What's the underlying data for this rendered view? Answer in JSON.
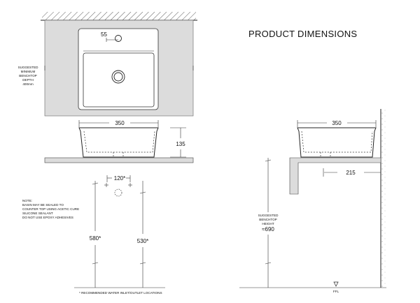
{
  "title": "PRODUCT DIMENSIONS",
  "plan_view": {
    "tap_hole_dim": "55",
    "depth_label_lines": [
      "SUGGESTED",
      "MINIMUM",
      "BENCHTOP",
      "DEPTH",
      "400mm"
    ]
  },
  "front_view": {
    "width_dim": "350",
    "height_dim": "135",
    "inlet_spacing_dim": "120*",
    "inlet_height_left": "580*",
    "inlet_height_right": "530*",
    "note_lines": [
      "NOTE:",
      "BASIN MAY BE SEALED TO",
      "COUNTER TOP USING ACETIC CURE",
      "SILICONE SEALANT",
      "DO NOT USE EPOXY ADHESIVES"
    ],
    "footnote": "* RECOMMENDED WATER INLET/OUTLET LOCATIONS"
  },
  "side_view": {
    "width_dim": "350",
    "overhang_dim": "215",
    "height_label_lines": [
      "SUGGESTED",
      "BENCHTOP",
      "HEIGHT"
    ],
    "height_dim": "≈690",
    "floor_label": "FFL"
  }
}
